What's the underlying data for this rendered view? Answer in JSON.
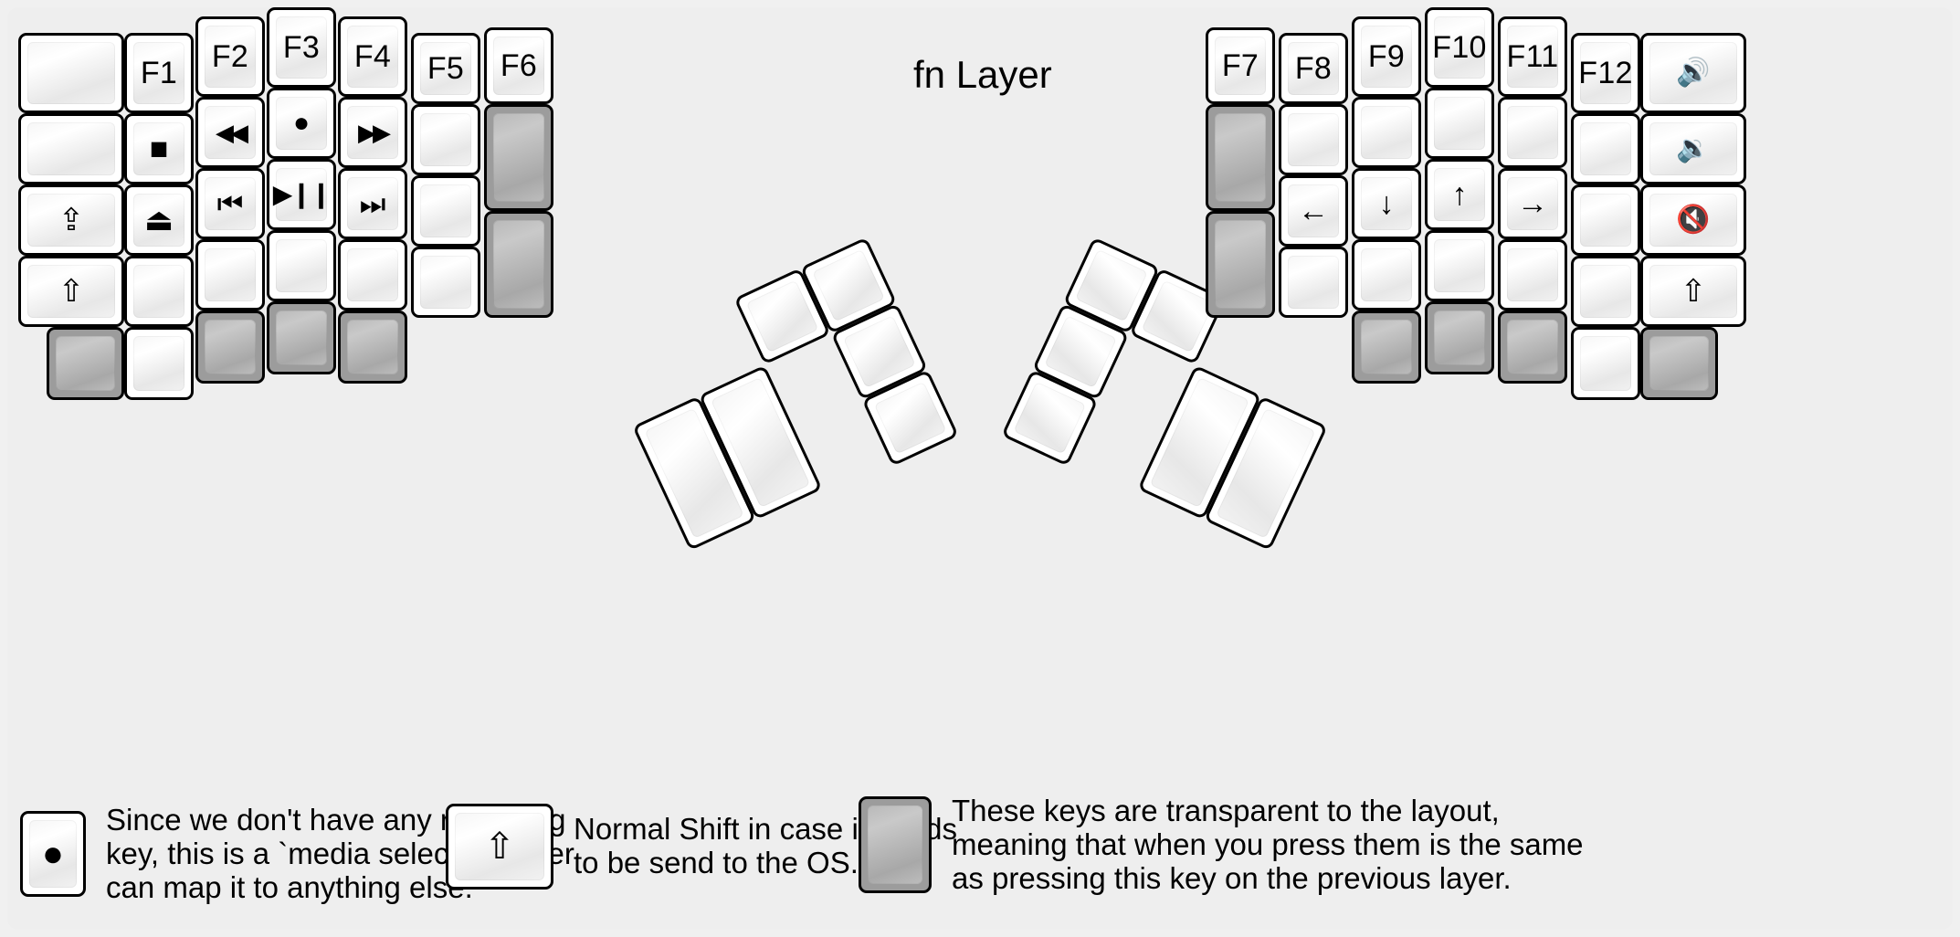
{
  "title": "fn Layer",
  "colors": {
    "background": "#eeeeee",
    "key_face": "#ffffff",
    "key_border": "#000000",
    "transparent_key": "#9c9c9c"
  },
  "glyphs": {
    "stop": "■",
    "eject": "⏏",
    "record": "●",
    "rewind": "◀◀",
    "fast_forward": "▶▶",
    "prev_track": "⏮",
    "play_pause": "▶❙❙",
    "next_track": "⏭",
    "caps_lock": "⇪",
    "shift": "⇧",
    "arrow_left": "←",
    "arrow_down": "↓",
    "arrow_up": "↑",
    "arrow_right": "→",
    "volume_up": "🔊",
    "volume_down": "🔉",
    "volume_mute": "🔇"
  },
  "left_half": {
    "columns": [
      {
        "name": "col-pinky-outer",
        "keys": [
          {
            "label": "",
            "icon": "",
            "type": "blank"
          },
          {
            "label": "",
            "icon": "",
            "type": "blank"
          },
          {
            "label": "",
            "icon": "caps-lock-icon",
            "type": "glyph"
          },
          {
            "label": "",
            "icon": "shift-icon",
            "type": "glyph"
          },
          {
            "label": "",
            "icon": "",
            "type": "transparent"
          }
        ]
      },
      {
        "name": "col-pinky",
        "keys": [
          {
            "label": "F1",
            "icon": "",
            "type": "text"
          },
          {
            "label": "",
            "icon": "stop-icon",
            "type": "glyph"
          },
          {
            "label": "",
            "icon": "eject-icon",
            "type": "glyph"
          },
          {
            "label": "",
            "icon": "",
            "type": "blank"
          },
          {
            "label": "",
            "icon": "",
            "type": "blank"
          }
        ]
      },
      {
        "name": "col-ring",
        "keys": [
          {
            "label": "F2",
            "icon": "",
            "type": "text"
          },
          {
            "label": "",
            "icon": "rewind-icon",
            "type": "glyph"
          },
          {
            "label": "",
            "icon": "prev-track-icon",
            "type": "glyph"
          },
          {
            "label": "",
            "icon": "",
            "type": "blank"
          },
          {
            "label": "",
            "icon": "",
            "type": "transparent"
          }
        ]
      },
      {
        "name": "col-middle",
        "keys": [
          {
            "label": "F3",
            "icon": "",
            "type": "text"
          },
          {
            "label": "",
            "icon": "record-icon",
            "type": "glyph"
          },
          {
            "label": "",
            "icon": "play-pause-icon",
            "type": "glyph"
          },
          {
            "label": "",
            "icon": "",
            "type": "blank"
          },
          {
            "label": "",
            "icon": "",
            "type": "transparent"
          }
        ]
      },
      {
        "name": "col-index",
        "keys": [
          {
            "label": "F4",
            "icon": "",
            "type": "text"
          },
          {
            "label": "",
            "icon": "fast-forward-icon",
            "type": "glyph"
          },
          {
            "label": "",
            "icon": "next-track-icon",
            "type": "glyph"
          },
          {
            "label": "",
            "icon": "",
            "type": "blank"
          },
          {
            "label": "",
            "icon": "",
            "type": "transparent"
          }
        ]
      },
      {
        "name": "col-inner",
        "keys": [
          {
            "label": "F5",
            "icon": "",
            "type": "text"
          },
          {
            "label": "",
            "icon": "",
            "type": "blank"
          },
          {
            "label": "",
            "icon": "",
            "type": "blank"
          },
          {
            "label": "",
            "icon": "",
            "type": "blank"
          }
        ]
      },
      {
        "name": "col-innermost",
        "keys": [
          {
            "label": "F6",
            "icon": "",
            "type": "text"
          },
          {
            "label": "",
            "icon": "",
            "type": "transparent-tall"
          },
          {
            "label": "",
            "icon": "",
            "type": "transparent-tall"
          }
        ]
      }
    ],
    "thumb_cluster_keys": 6
  },
  "right_half": {
    "columns": [
      {
        "name": "col-innermost",
        "keys": [
          {
            "label": "F7",
            "icon": "",
            "type": "text"
          },
          {
            "label": "",
            "icon": "",
            "type": "transparent-tall"
          },
          {
            "label": "",
            "icon": "",
            "type": "transparent-tall"
          }
        ]
      },
      {
        "name": "col-inner",
        "keys": [
          {
            "label": "F8",
            "icon": "",
            "type": "text"
          },
          {
            "label": "",
            "icon": "",
            "type": "blank"
          },
          {
            "label": "",
            "icon": "arrow-left-icon",
            "type": "glyph"
          },
          {
            "label": "",
            "icon": "",
            "type": "blank"
          }
        ]
      },
      {
        "name": "col-index",
        "keys": [
          {
            "label": "F9",
            "icon": "",
            "type": "text"
          },
          {
            "label": "",
            "icon": "",
            "type": "blank"
          },
          {
            "label": "",
            "icon": "arrow-down-icon",
            "type": "glyph"
          },
          {
            "label": "",
            "icon": "",
            "type": "blank"
          },
          {
            "label": "",
            "icon": "",
            "type": "transparent"
          }
        ]
      },
      {
        "name": "col-middle",
        "keys": [
          {
            "label": "F10",
            "icon": "",
            "type": "text"
          },
          {
            "label": "",
            "icon": "",
            "type": "blank"
          },
          {
            "label": "",
            "icon": "arrow-up-icon",
            "type": "glyph"
          },
          {
            "label": "",
            "icon": "",
            "type": "blank"
          },
          {
            "label": "",
            "icon": "",
            "type": "transparent"
          }
        ]
      },
      {
        "name": "col-ring",
        "keys": [
          {
            "label": "F11",
            "icon": "",
            "type": "text"
          },
          {
            "label": "",
            "icon": "",
            "type": "blank"
          },
          {
            "label": "",
            "icon": "arrow-right-icon",
            "type": "glyph"
          },
          {
            "label": "",
            "icon": "",
            "type": "blank"
          },
          {
            "label": "",
            "icon": "",
            "type": "transparent"
          }
        ]
      },
      {
        "name": "col-pinky",
        "keys": [
          {
            "label": "F12",
            "icon": "",
            "type": "text"
          },
          {
            "label": "",
            "icon": "",
            "type": "blank"
          },
          {
            "label": "",
            "icon": "",
            "type": "blank"
          },
          {
            "label": "",
            "icon": "",
            "type": "blank"
          },
          {
            "label": "",
            "icon": "",
            "type": "blank"
          }
        ]
      },
      {
        "name": "col-pinky-outer",
        "keys": [
          {
            "label": "",
            "icon": "volume-up-icon",
            "type": "glyph"
          },
          {
            "label": "",
            "icon": "volume-down-icon",
            "type": "glyph"
          },
          {
            "label": "",
            "icon": "volume-mute-icon",
            "type": "glyph"
          },
          {
            "label": "",
            "icon": "shift-icon",
            "type": "glyph"
          },
          {
            "label": "",
            "icon": "",
            "type": "transparent"
          }
        ]
      }
    ],
    "thumb_cluster_keys": 6
  },
  "legend": [
    {
      "key_icon": "record-icon",
      "key_type": "normal",
      "text": "Since we don't have any recording\nkey, this is a `media select` so user\ncan map it to anything else."
    },
    {
      "key_icon": "shift-icon",
      "key_type": "normal",
      "text": "Normal Shift in case it needs\nto be send to the OS."
    },
    {
      "key_icon": "",
      "key_type": "transparent",
      "text": "These keys are transparent to the layout,\nmeaning that when you press them is the same\nas pressing this key on the previous layer."
    }
  ]
}
